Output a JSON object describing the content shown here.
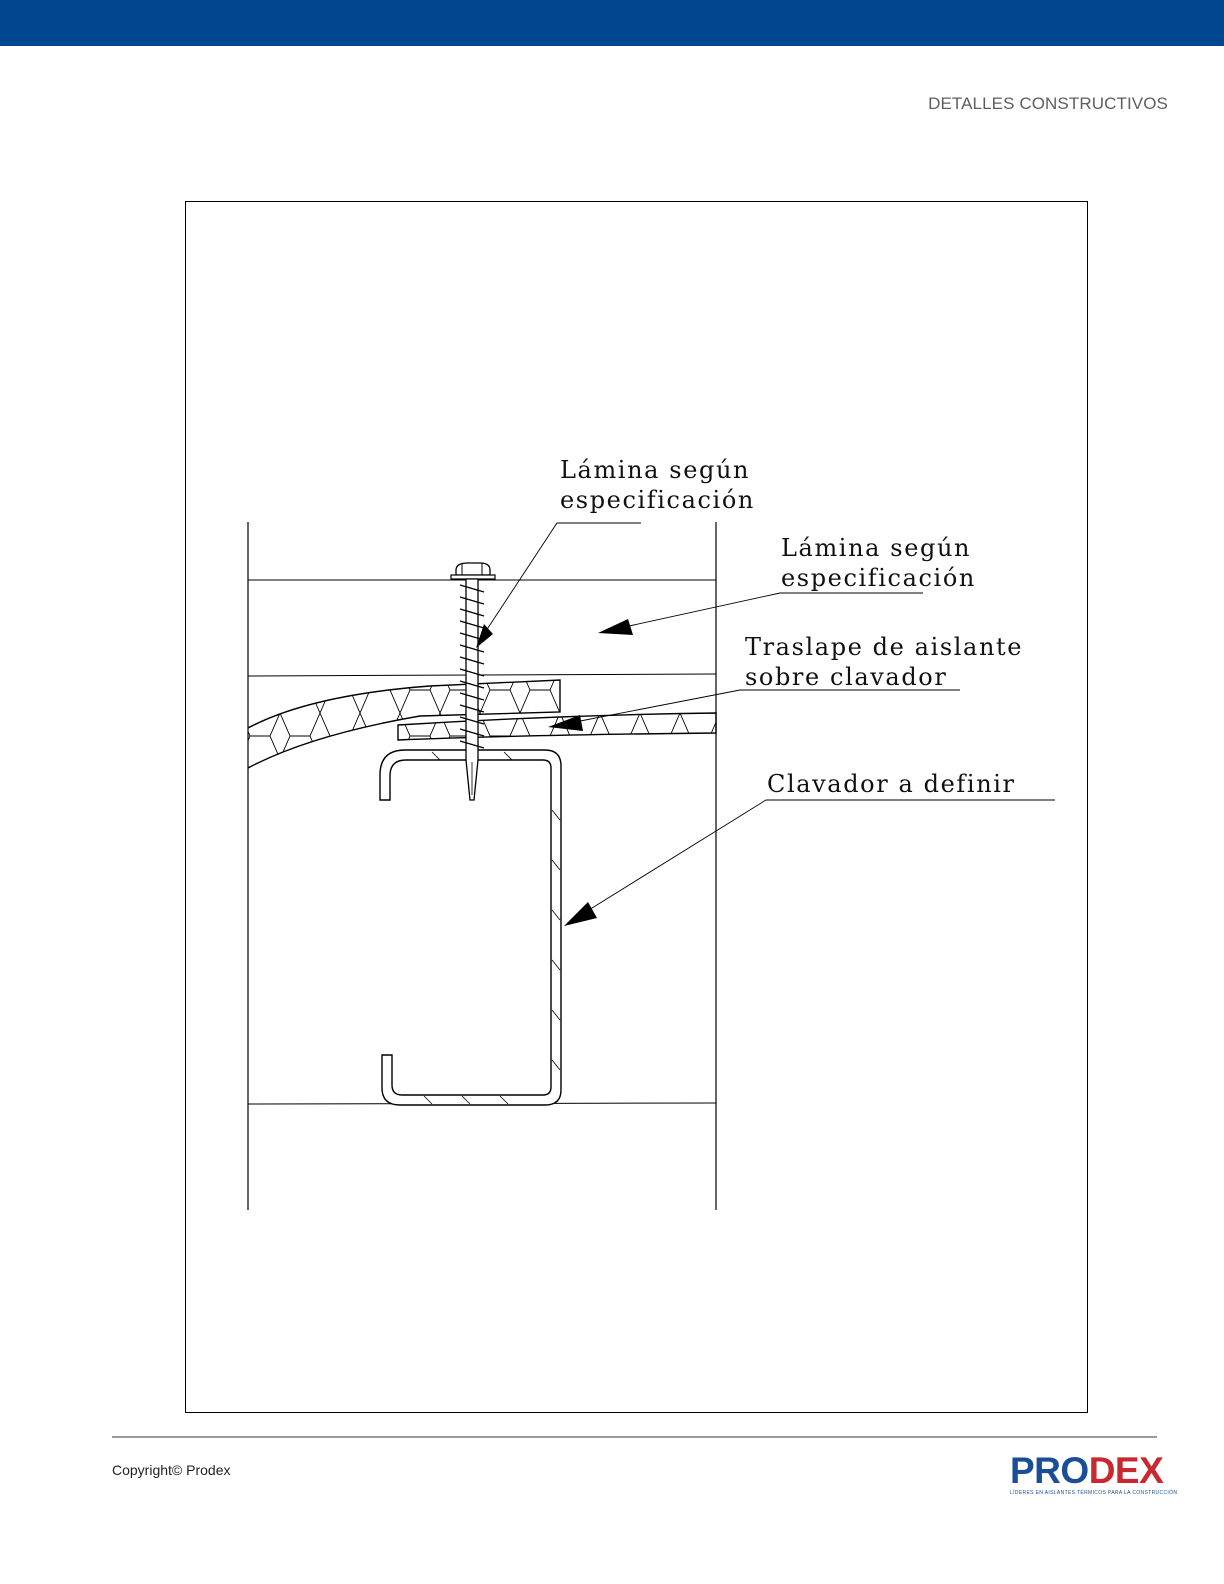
{
  "header": {
    "section_title": "DETALLES CONSTRUCTIVOS",
    "band_color": "#00478f"
  },
  "diagram": {
    "callouts": {
      "top_left": "Lámina según\nespecificación",
      "top_right": "Lámina según\nespecificación",
      "overlap": "Traslape de aislante\nsobre clavador",
      "purlin": "Clavador a definir"
    }
  },
  "footer": {
    "copyright": "Copyright© Prodex",
    "logo_pro": "PRO",
    "logo_dex": "DEX",
    "logo_tagline": "LÍDERES EN AISLANTES TÉRMICOS PARA LA CONSTRUCCIÓN",
    "brand_blue": "#1c4e97",
    "brand_red": "#c8282f"
  }
}
